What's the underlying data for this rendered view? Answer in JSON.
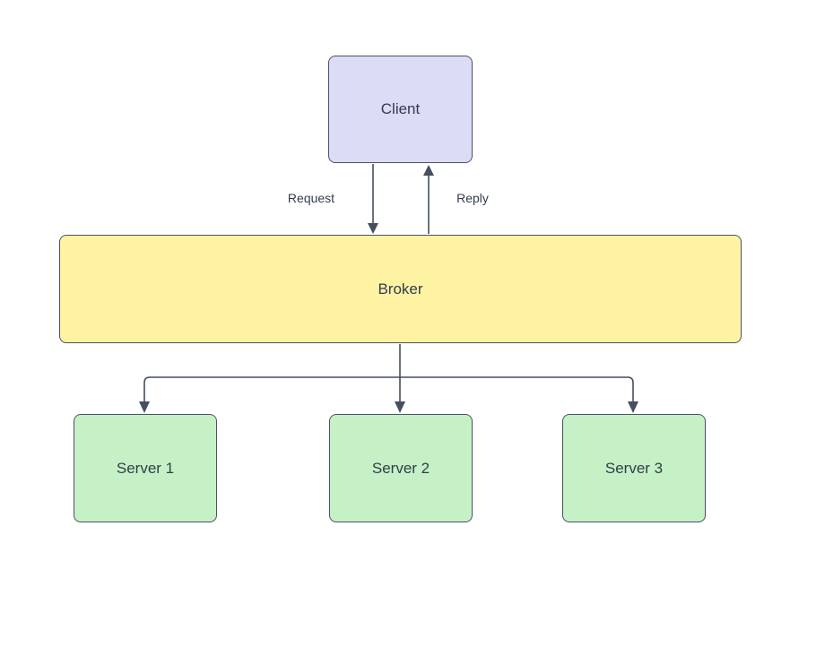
{
  "diagram": {
    "type": "broker-pattern-architecture",
    "nodes": [
      {
        "id": "client",
        "label": "Client",
        "fill": "#dcdcf7"
      },
      {
        "id": "broker",
        "label": "Broker",
        "fill": "#fdf3a2"
      },
      {
        "id": "server1",
        "label": "Server 1",
        "fill": "#c6f1c6"
      },
      {
        "id": "server2",
        "label": "Server 2",
        "fill": "#c6f1c6"
      },
      {
        "id": "server3",
        "label": "Server 3",
        "fill": "#c6f1c6"
      }
    ],
    "edges": [
      {
        "id": "request",
        "from": "client",
        "to": "broker",
        "label": "Request"
      },
      {
        "id": "reply",
        "from": "broker",
        "to": "client",
        "label": "Reply"
      },
      {
        "id": "broker-to-server1",
        "from": "broker",
        "to": "server1",
        "label": ""
      },
      {
        "id": "broker-to-server2",
        "from": "broker",
        "to": "server2",
        "label": ""
      },
      {
        "id": "broker-to-server3",
        "from": "broker",
        "to": "server3",
        "label": ""
      }
    ],
    "colors": {
      "stroke": "#454f5f",
      "text": "#333c4d",
      "node_border": "#4a5163",
      "background": "#ffffff"
    }
  }
}
